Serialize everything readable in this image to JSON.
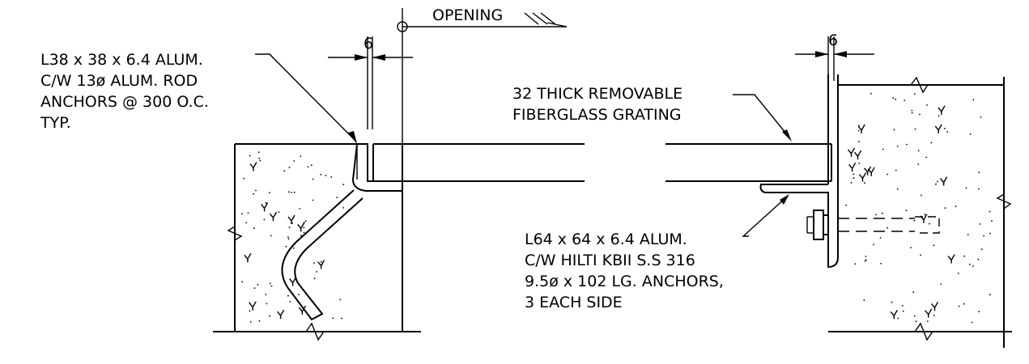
{
  "drawing": {
    "opening_label": "OPENING",
    "dim_left": "6",
    "dim_right": "6",
    "left_note": [
      "L38 x 38 x 6.4 ALUM.",
      "C/W 13ø ALUM. ROD",
      "ANCHORS @ 300 O.C.",
      "TYP."
    ],
    "grating_note": [
      "32 THICK REMOVABLE",
      "FIBERGLASS GRATING"
    ],
    "right_note": [
      "L64 x 64 x 6.4 ALUM.",
      "C/W HILTI KBII S.S 316",
      "9.5ø x 102 LG. ANCHORS,",
      "3 EACH SIDE"
    ]
  }
}
